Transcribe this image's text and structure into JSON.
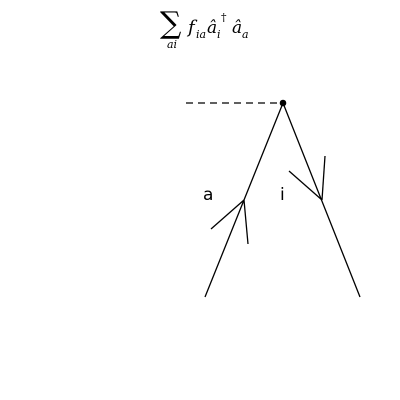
{
  "formula": {
    "sum_symbol": "∑",
    "sum_subscript": "ai",
    "f": "f",
    "f_subscript": "ia",
    "op1": "â",
    "op1_subscript": "i",
    "op1_superscript": "†",
    "op2": "â",
    "op2_subscript": "a"
  },
  "labels": {
    "hole_line": "a",
    "particle_line": "i"
  },
  "colors": {
    "stroke": "#000000",
    "background": "#ffffff"
  }
}
